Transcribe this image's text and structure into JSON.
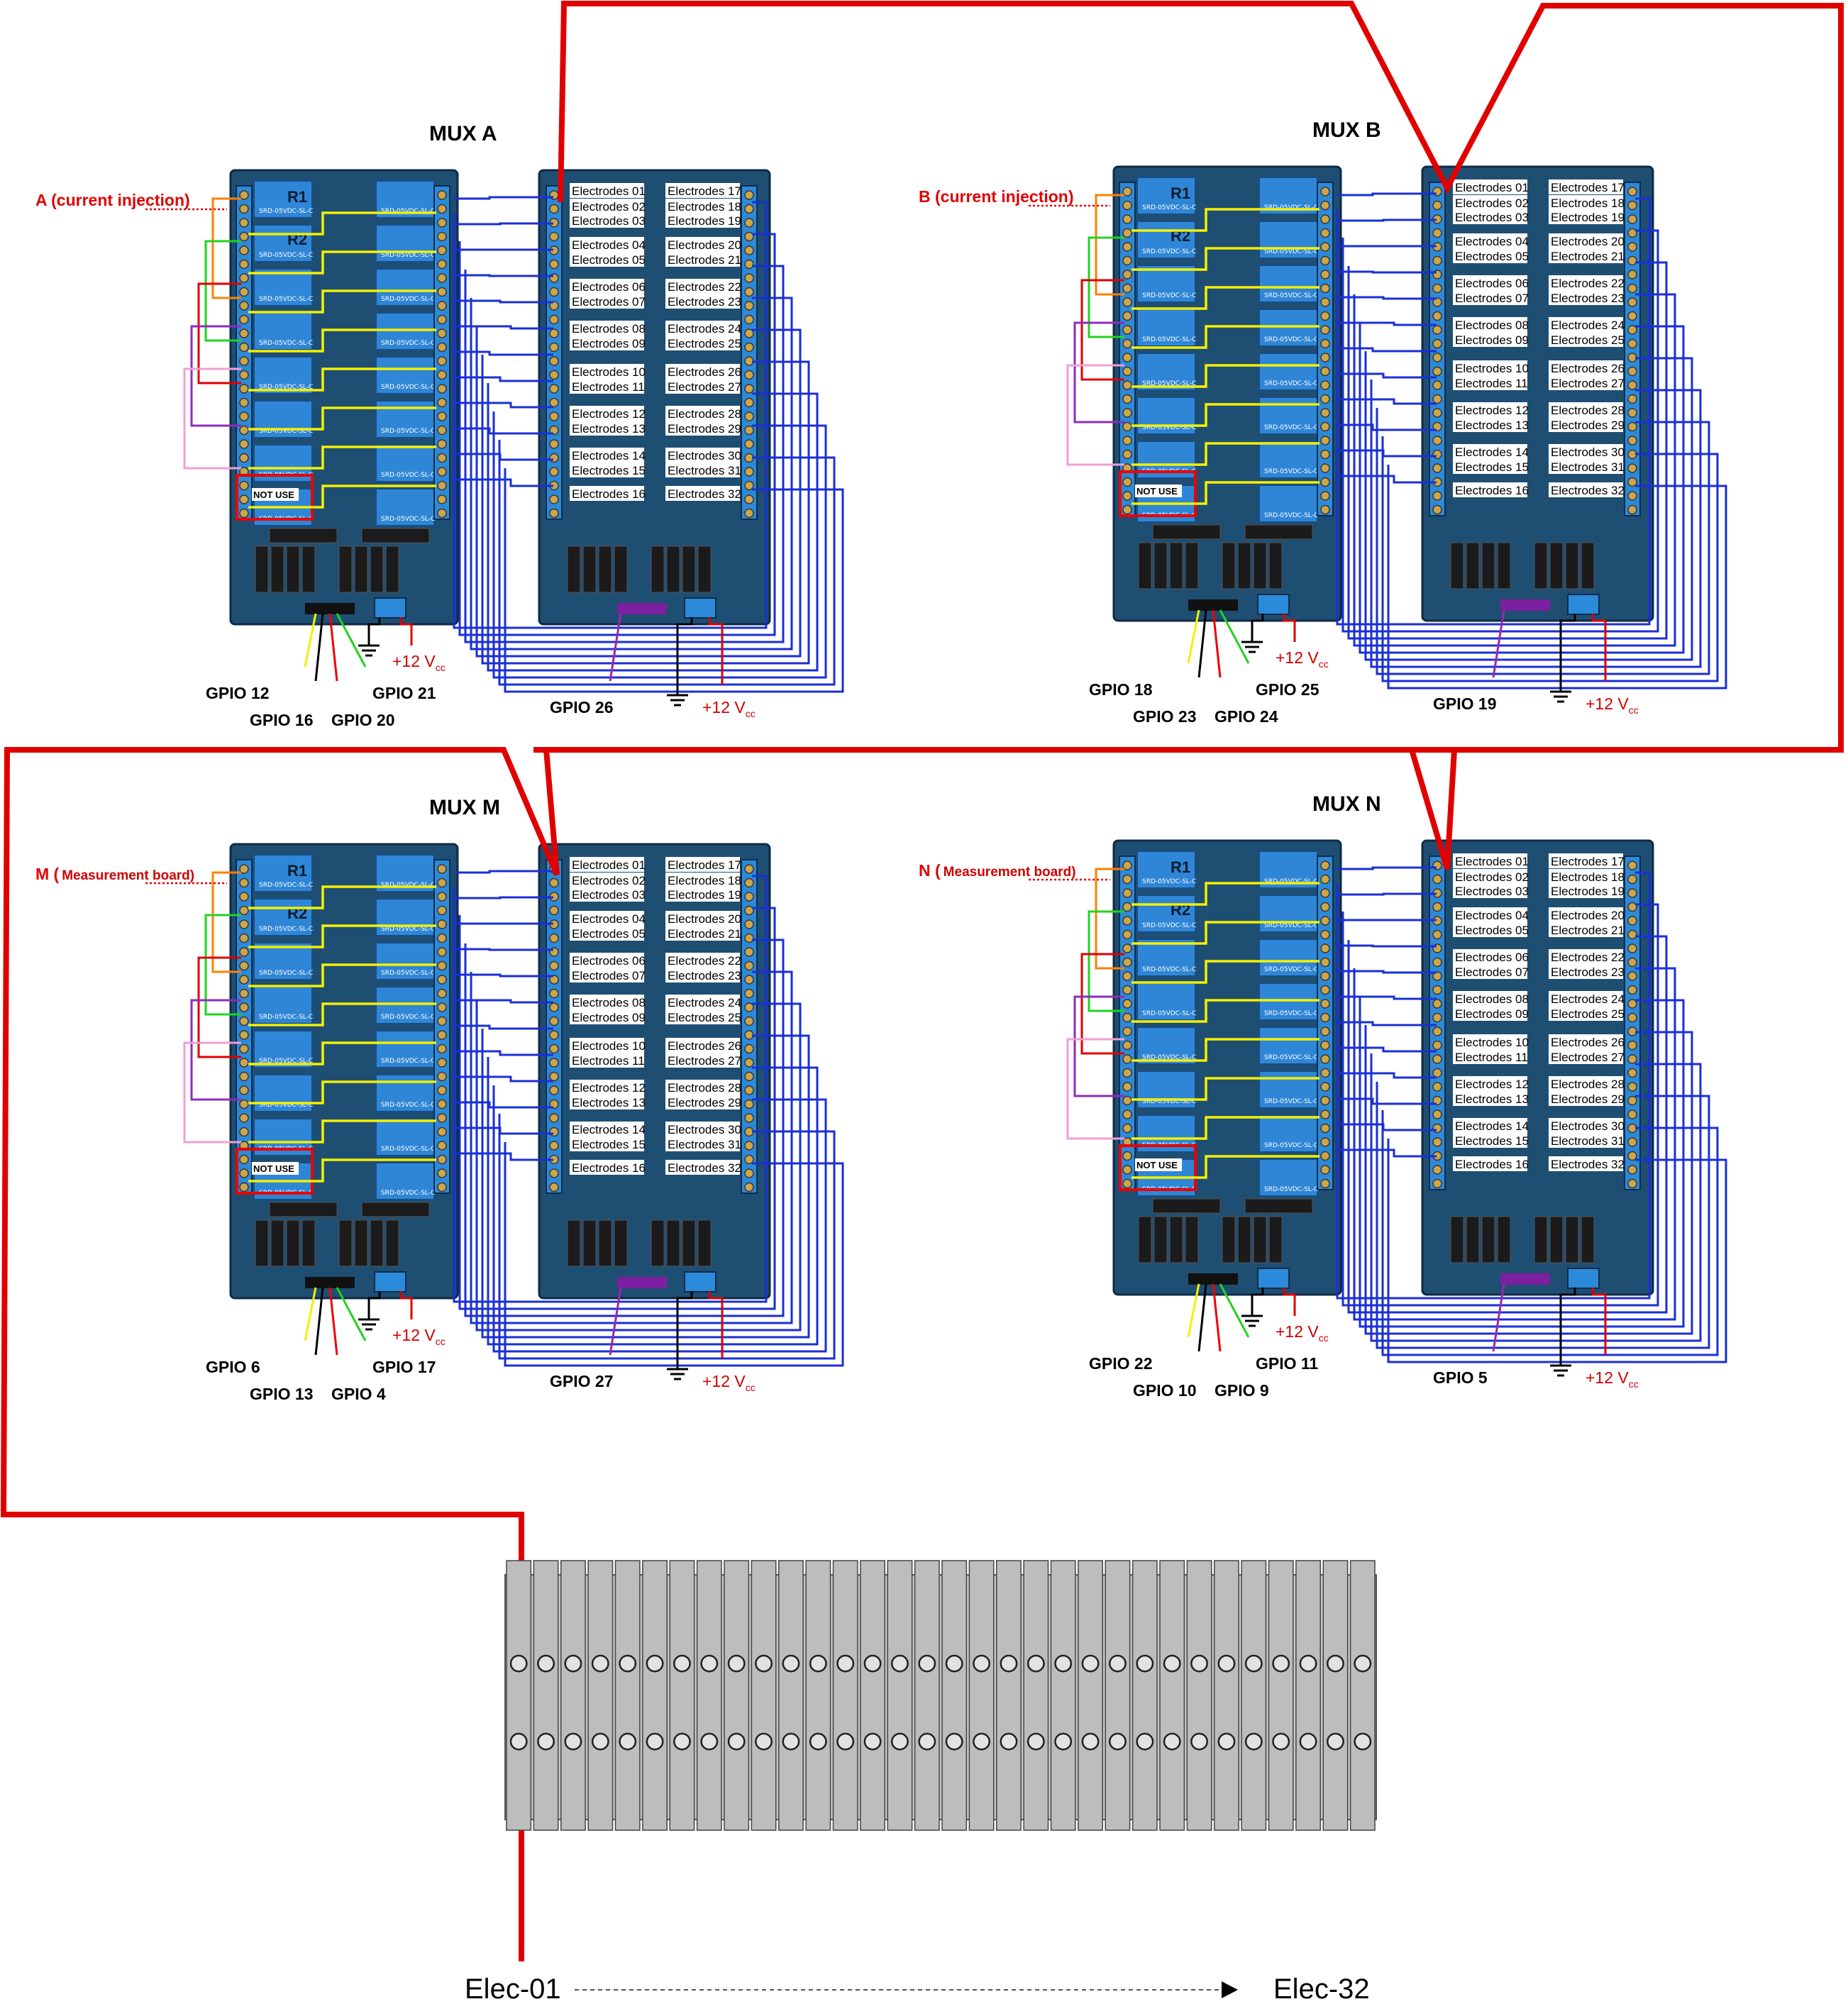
{
  "title": "Multiplexer wiring diagram",
  "muxes": [
    {
      "id": "A",
      "title": "MUX A",
      "side_label": "A (current injection)",
      "side_label_small": "",
      "relay_labels": [
        "R1",
        "R2"
      ],
      "not_use": "NOT USE",
      "gpio_left": [
        "GPIO 12",
        "GPIO 16",
        "GPIO 20",
        "GPIO 21"
      ],
      "gpio_right": "GPIO 26",
      "vcc_left": "+12 V",
      "vcc_right": "+12 V",
      "vcc_sub": "cc"
    },
    {
      "id": "B",
      "title": "MUX B",
      "side_label": "B (current injection)",
      "side_label_small": "",
      "relay_labels": [
        "R1",
        "R2"
      ],
      "not_use": "NOT USE",
      "gpio_left": [
        "GPIO 18",
        "GPIO 23",
        "GPIO 24",
        "GPIO 25"
      ],
      "gpio_right": "GPIO 19",
      "vcc_left": "+12 V",
      "vcc_right": "+12 V",
      "vcc_sub": "cc"
    },
    {
      "id": "M",
      "title": "MUX M",
      "side_label": "M (",
      "side_label_small": "Measurement board)",
      "relay_labels": [
        "R1",
        "R2"
      ],
      "not_use": "NOT USE",
      "gpio_left": [
        "GPIO 6",
        "GPIO 13",
        "GPIO 4",
        "GPIO 17"
      ],
      "gpio_right": "GPIO 27",
      "vcc_left": "+12 V",
      "vcc_right": "+12 V",
      "vcc_sub": "cc"
    },
    {
      "id": "N",
      "title": "MUX N",
      "side_label": "N (",
      "side_label_small": "Measurement board)",
      "relay_labels": [
        "R1",
        "R2"
      ],
      "not_use": "NOT USE",
      "gpio_left": [
        "GPIO 22",
        "GPIO 10",
        "GPIO 9",
        "GPIO 11"
      ],
      "gpio_right": "GPIO 5",
      "vcc_left": "+12 V",
      "vcc_right": "+12 V",
      "vcc_sub": "cc"
    }
  ],
  "electrode_rows": [
    [
      "Electrodes 01",
      "Electrodes 17"
    ],
    [
      "Electrodes 02",
      "Electrodes 18"
    ],
    [
      "Electrodes 03",
      "Electrodes 19"
    ],
    [
      "Electrodes 04",
      "Electrodes 20"
    ],
    [
      "Electrodes 05",
      "Electrodes 21"
    ],
    [
      "Electrodes 06",
      "Electrodes 22"
    ],
    [
      "Electrodes 07",
      "Electrodes 23"
    ],
    [
      "Electrodes 08",
      "Electrodes 24"
    ],
    [
      "Electrodes 09",
      "Electrodes 25"
    ],
    [
      "Electrodes 10",
      "Electrodes 26"
    ],
    [
      "Electrodes 11",
      "Electrodes 27"
    ],
    [
      "Electrodes 12",
      "Electrodes 28"
    ],
    [
      "Electrodes 13",
      "Electrodes 29"
    ],
    [
      "Electrodes 14",
      "Electrodes 30"
    ],
    [
      "Electrodes 15",
      "Electrodes 31"
    ],
    [
      "Electrodes 16",
      "Electrodes 32"
    ]
  ],
  "terminal_block": {
    "terminal_count": 32,
    "start_label": "Elec-01",
    "end_label": "Elec-32"
  },
  "colors": {
    "red_wire": "#e00000",
    "blue_wire": "#1a2fd6",
    "yellow_wire": "#f4f000",
    "board": "#1f4e73",
    "relay": "#2f86d6"
  }
}
